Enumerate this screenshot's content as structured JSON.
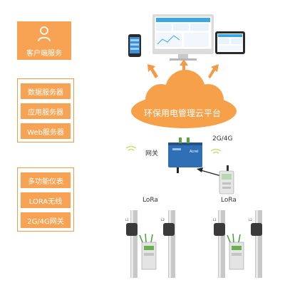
{
  "client_box": {
    "label": "客户端服务",
    "icon": "user-icon"
  },
  "server_group": [
    "数据服务器",
    "应用服务器",
    "Web服务器"
  ],
  "device_group": [
    "多功能仪表",
    "LORA无线",
    "2G/4G网关"
  ],
  "cloud_label": "环保用电管理云平台",
  "gateway_label": "网关",
  "network_label": "2G/4G",
  "lora_left": "LoRa",
  "lora_right": "LoRa",
  "colors": {
    "accent": "#f7a353",
    "cloud": "#f6a04a",
    "arrow": "#f29a46",
    "device_blue": "#2f6fb6"
  }
}
